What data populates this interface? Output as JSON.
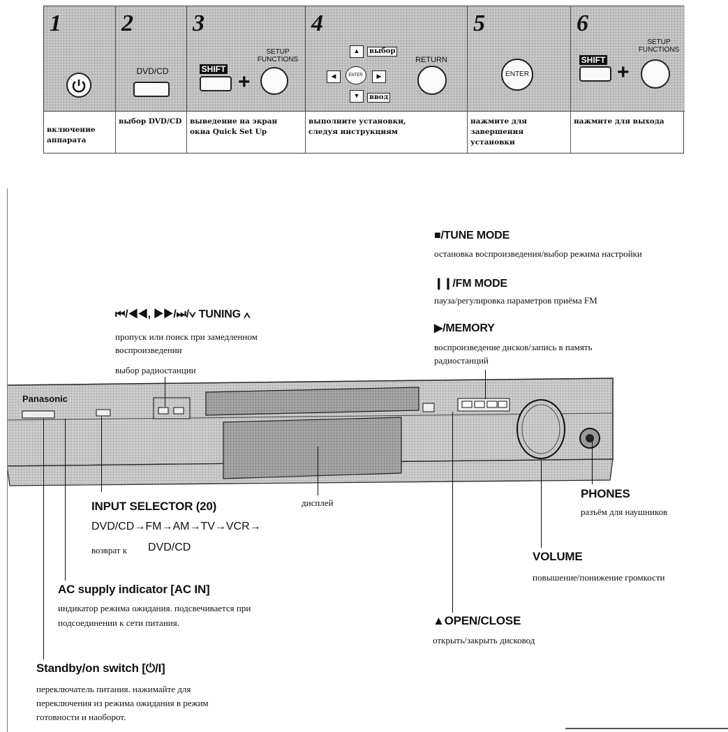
{
  "steps": [
    {
      "num": "1",
      "caption": "включение аппарата"
    },
    {
      "num": "2",
      "caption": "выбор DVD/CD",
      "button": "DVD/CD"
    },
    {
      "num": "3",
      "caption": "выведение на экран окна Quick Set Up",
      "shift": "SHIFT",
      "plus": "+",
      "setup": "SETUP FUNCTIONS"
    },
    {
      "num": "4",
      "caption": "выполните установки, следуя инструкциям",
      "select_callout": "выбор",
      "enter_callout": "ввод",
      "center": "ENTER",
      "return": "RETURN"
    },
    {
      "num": "5",
      "caption": "нажмите для завершения установки",
      "enter": "ENTER"
    },
    {
      "num": "6",
      "caption": "нажмите для выхода",
      "shift": "SHIFT",
      "plus": "+",
      "setup": "SETUP FUNCTIONS"
    }
  ],
  "labels": {
    "tune_mode": {
      "title": "■/TUNE MODE",
      "desc": "остановка воспроизведения/выбор режима настройки"
    },
    "fm_mode": {
      "title": "❙❙/FM MODE",
      "desc": "пауза/регулировка параметров приёма FM"
    },
    "memory": {
      "title": "▶/MEMORY",
      "desc1": "воспроизведение дисков/запись в память",
      "desc2": "радиостанций"
    },
    "tuning": {
      "title": "⏮/◀◀, ▶▶/⏭/∨ TUNING ∧",
      "desc1": "пропуск или поиск при замедленном",
      "desc2": "воспроизведении",
      "desc3": "выбор радиостанции"
    },
    "input_selector": {
      "title": "INPUT SELECTOR (20)",
      "seq": "DVD/CD→FM→AM→TV→VCR→",
      "back_prefix": "возврат к",
      "back_target": "DVD/CD"
    },
    "display": {
      "title": "дисплей"
    },
    "phones": {
      "title": "PHONES",
      "desc": "разъём для наушников"
    },
    "volume": {
      "title": "VOLUME",
      "desc": "повышение/понижение громкости"
    },
    "ac_in": {
      "title": "AC supply indicator [AC IN]",
      "desc1": "индикатор режима ожидания. подсвечивается при",
      "desc2": "подсоединении к сети питания."
    },
    "open_close": {
      "title": "▲OPEN/CLOSE",
      "desc": "открыть/закрыть дисковод"
    },
    "standby": {
      "title": "Standby/on switch [⏻/I]",
      "desc1": "переключатель питания. нажимайте для",
      "desc2": "переключения из режима ожидания в режим",
      "desc3": "готовности и наоборот."
    }
  },
  "device": {
    "brand": "Panasonic"
  }
}
